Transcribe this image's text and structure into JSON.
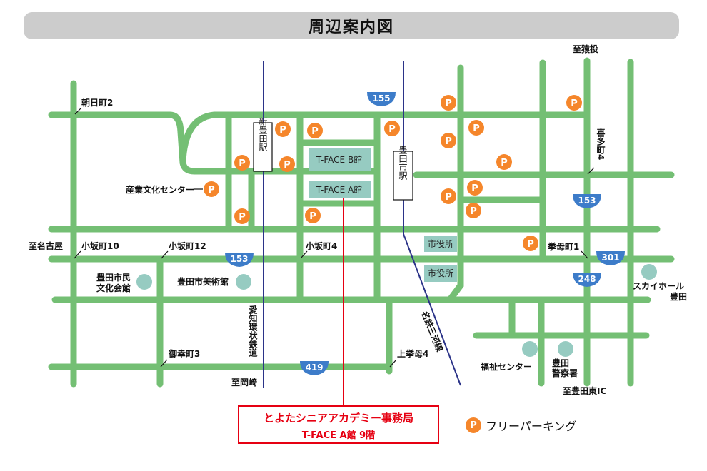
{
  "title": "周辺案内図",
  "colors": {
    "road": "#74bf74",
    "rail": "#2b3388",
    "parking": "#f5862b",
    "route_shield": "#3d7cc9",
    "building": "#96cbc1",
    "highlight": "#e60012",
    "title_bar": "#cccccc"
  },
  "directions": {
    "north": "至猿投",
    "west": "至名古屋",
    "south_rail": "至岡崎",
    "southeast": "至豊田東IC"
  },
  "intersections": {
    "asahi2": "朝日町2",
    "kosaka10": "小坂町10",
    "kosaka12": "小坂町12",
    "kosaka4": "小坂町4",
    "kiromo1": "挙母町1",
    "kitamachi4": "喜多町4",
    "gokomachi3": "御幸町3",
    "kamikiromo4": "上挙母4"
  },
  "route_shields": [
    "155",
    "153",
    "153",
    "301",
    "248",
    "419"
  ],
  "stations": {
    "shintoyota": "新豊田駅",
    "toyotashi": "豊田市駅"
  },
  "railways": {
    "aichi_loop": "愛知環状鉄道",
    "meitetsu_mikawa": "名鉄三河線"
  },
  "buildings": {
    "tface_b": "T-FACE B館",
    "tface_a": "T-FACE A館",
    "city_hall_1": "市役所",
    "city_hall_2": "市役所"
  },
  "facilities": {
    "industry_culture_center": "産業文化センター",
    "civic_hall_line1": "豊田市民",
    "civic_hall_line2": "文化会館",
    "art_museum": "豊田市美術館",
    "sky_hall_line1": "スカイホール",
    "sky_hall_line2": "豊田",
    "welfare_center": "福祉センター",
    "police_line1": "豊田",
    "police_line2": "警察署"
  },
  "parking_mark": "P",
  "destination": {
    "name": "とよたシニアアカデミー事務局",
    "location": "T-FACE A館 9階"
  },
  "legend": {
    "label": "フリーパーキング"
  }
}
